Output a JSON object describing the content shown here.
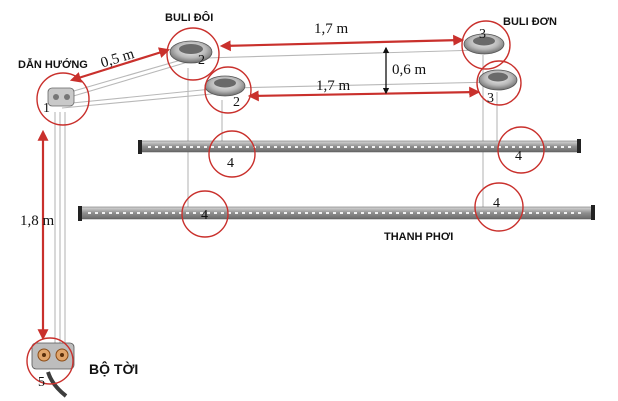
{
  "labels": {
    "buli_doi": "BULI ĐÔI",
    "buli_don": "BULI ĐƠN",
    "dan_huong": "DẪN HƯỚNG",
    "thanh_phoi": "THANH PHƠI",
    "bo_toi": "BỘ TỜI"
  },
  "dimensions": {
    "d_05": "0,5 m",
    "d_17_top": "1,7 m",
    "d_17_mid": "1,7 m",
    "d_06": "0,6 m",
    "d_18": "1,8 m"
  },
  "markers": {
    "m1": "1",
    "m2a": "2",
    "m2b": "2",
    "m3a": "3",
    "m3b": "3",
    "m4a": "4",
    "m4b": "4",
    "m4c": "4",
    "m4d": "4",
    "m5": "5"
  },
  "colors": {
    "dimension_arrow": "#c9302c",
    "marker_circle": "#c9302c",
    "cord": "#b8b8b8",
    "bar": "#9a9a9a"
  }
}
